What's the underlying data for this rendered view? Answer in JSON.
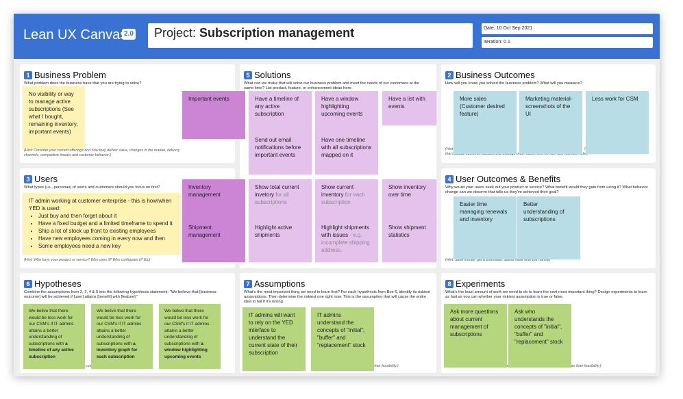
{
  "header": {
    "app_title": "Lean UX Canvas",
    "version": "2.0",
    "project_prefix": "Project: ",
    "project_name": "Subscription management",
    "date": "Date: 10 Oct Sep 2021",
    "iteration": "Iteration: 0.1"
  },
  "panels": {
    "business_problem": {
      "num": "1",
      "title": "Business Problem",
      "subtitle": "What problem does the business have that you are trying to solve?",
      "hint": "(Hint: Consider your current offerings and how they deliver value, changes in the market, delivery channels, competitive threats and customer behavior.)"
    },
    "solutions": {
      "num": "5",
      "title": "Solutions",
      "subtitle": "What can we make that will solve our business problem and meet the needs of our customers at the same time? List product, feature, or enhancement ideas here."
    },
    "business_outcomes": {
      "num": "2",
      "title": "Business Outcomes",
      "subtitle": "How will you know you solved the business problem? What will you measure?",
      "hint_a": "(Hint:",
      "hint_b": "C",
      "hint_c": "that indicate customer success like average order value, time on site, and retention rate.)"
    },
    "users": {
      "num": "3",
      "title": "Users",
      "subtitle": "What types (i.e., personas) of users and customers should you focus on first?",
      "hint": "(Hint: Who buys your product or service? Who uses it? Who configures it? Etc)"
    },
    "user_outcomes": {
      "num": "4",
      "title": "User Outcomes & Benefits",
      "subtitle": "Why would your users seek out your product or service? What benefit would they gain from using it? What behavior change can we observe that tells us they've achieved their goal?",
      "hint": "(Hint: Save money, get a promotion, spend more time with family)"
    },
    "hypotheses": {
      "num": "6",
      "title": "Hypotheses",
      "subtitle": "Combine the assumptions from 2, 3, 4 & 5 into the following hypothesis statement: \"We believe that [business outcome] will be achieved if [user] attains [benefit] with [feature].\"",
      "hint_tail": "cus"
    },
    "assumptions": {
      "num": "7",
      "title": "Assumptions",
      "subtitle": "What's the most important thing we need to learn first? For each hypothesis from Box 6, identify its riskiest assumptions. Then determine the riskiest one right now. This is the assumption that will cause the entire idea to fail if it's wrong.",
      "hint_a": "on",
      "hint_b": "er than feasibility.)"
    },
    "experiments": {
      "num": "8",
      "title": "Experiments",
      "subtitle": "What's the least amount of work we need to do to learn the next most important thing? Design experiments to learn as fast as you can whether your riskiest assumption is true or false.",
      "hint_a": "ie",
      "hint_b": "her than feasibility.)"
    }
  },
  "stickies": {
    "problem": "No visibility or way to manage active subscriptions (See what I bought, remaining inventory, important events)",
    "users_intro": "IT admin working at customer enterprise - this is how/when YED is used:",
    "users_bullets": [
      "Just buy and then forget about it",
      "Have a fixed budget and a limited timeframe to spend it",
      "Ship a lot of stock up front to existing employees",
      "Have new employees coming in every now and then",
      "Some employees need a new key"
    ],
    "cat_important_events": "Important events",
    "cat_inventory": "Inventory management",
    "cat_shipment": "Shipment management",
    "sol_timeline": "Have a timeline of any active subscription",
    "sol_window": "Have a window highlighting upcoming events",
    "sol_list": "Have a list with events",
    "sol_email": "Send out email notifications before important events",
    "sol_one_timeline": "Have one timeline with all subscriptions mapped on it",
    "sol_total_main": "Show total current invetory",
    "sol_total_grey": " for all subscriptions",
    "sol_current_main": "Show current inventory",
    "sol_current_grey": " for each subscription",
    "sol_over_time": "Show inventory over time",
    "sol_active_ship": "Highlight active shipments",
    "sol_issues_main": "Highlight shipments with issues",
    "sol_issues_grey": " - e.g. incomplete shipping address.",
    "sol_ship_stats": "Show shipment statistics",
    "bo_sales": "More sales (Customer desired feature)",
    "bo_marketing": "Marketing material- screenshots of the UI",
    "bo_csm": "Less work for CSM",
    "uo_easier": "Easier time managing renewals and inventory",
    "uo_better": "Better understanding of subscriptions",
    "hyp_prefix": "We belive that there would be less work for our CSM's if IT admins attains a better understanding of subscriptions with ",
    "hyp1_bold": "a timeline of any active subscription",
    "hyp2_bold": "a inventory graph for each subscription",
    "hyp3_bold": "a window highlighting upcoming events",
    "asm1": "IT admins will want to rely on the YED interface to understand the current state of their subscription",
    "asm2": "IT admins understand the concepts of \"initial\", \"buffer\" and \"replacement\" stock",
    "exp1": "Ask more questions about current management of subscriptions",
    "exp2": "Ask who understands the concepts of \"initial\", \"buffer\" and \"replacement\" stock"
  },
  "colors": {
    "header_blue": "#3a72d4",
    "yellow": "#fff3b4",
    "pink": "#e5c2ec",
    "purple": "#cb85d4",
    "blue": "#b8dde6",
    "green": "#b5d67d"
  }
}
